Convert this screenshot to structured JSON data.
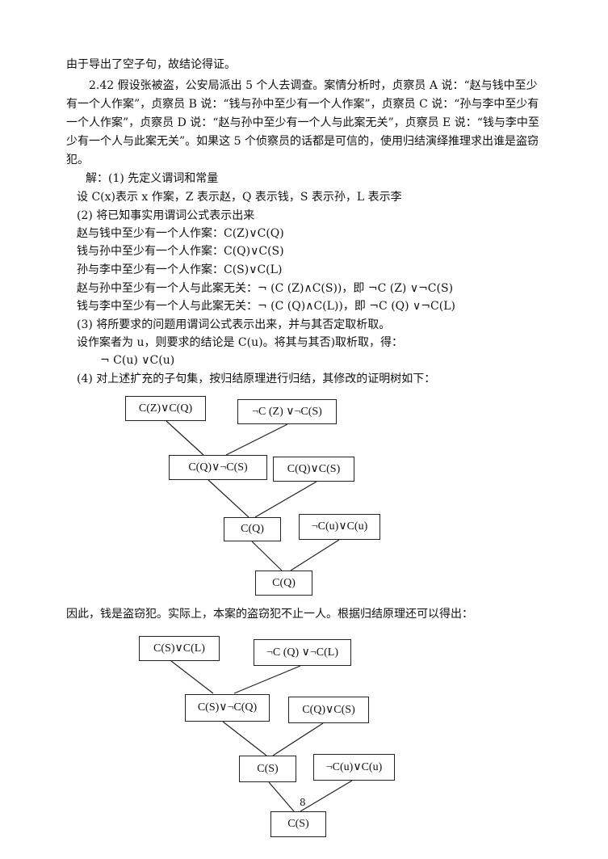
{
  "lines": [
    "由于导出了空子句，故结论得证。",
    "2.42 假设张被盗，公安局派出 5 个人去调查。案情分析时，贞察员 A 说：“赵与钱中至少",
    "有一个人作案”，贞察员 B 说：“钱与孙中至少有一个人作案”，贞察员 C 说：“孙与李中至少有",
    "一个人作案”，贞察员 D 说：“赵与孙中至少有一个人与此案无关”，贞察员 E 说：“钱与李中至",
    "少有一个人与此案无关”。如果这 5 个侦察员的话都是可信的，使用归结演绎推理求出谁是盗窃",
    "犯。",
    "解：(1)  先定义谓词和常量",
    "设 C(x)表示 x 作案，Z 表示赵，Q 表示钱，S 表示孙，L 表示李",
    "(2)  将已知事实用谓词公式表示出来",
    "赵与钱中至少有一个人作案：C(Z)∨C(Q)",
    "钱与孙中至少有一个人作案：C(Q)∨C(S)",
    "孙与李中至少有一个人作案：C(S)∨C(L)",
    "赵与孙中至少有一个人与此案无关：¬ (C (Z)∧C(S))，即  ¬C (Z) ∨¬C(S)",
    "钱与李中至少有一个人与此案无关：¬ (C (Q)∧C(L))，即  ¬C (Q) ∨¬C(L)",
    "(3)  将所要求的问题用谓词公式表示出来，并与其否定取析取。",
    "设作案者为 u，则要求的结论是 C(u)。将其与其否)取析取，得：",
    "¬ C(u) ∨C(u)",
    "(4)  对上述扩充的子句集，按归结原理进行归结，其修改的证明树如下："
  ],
  "between": "因此，钱是盗窃犯。实际上，本案的盗窃犯不止一人。根据归结原理还可以得出：",
  "tree1": {
    "n1": "C(Z)∨C(Q)",
    "n2": "¬C (Z) ∨¬C(S)",
    "n3": "C(Q)∨¬C(S)",
    "n4": "C(Q)∨C(S)",
    "n5": "C(Q)",
    "n6": "¬C(u)∨C(u)",
    "n7": "C(Q)"
  },
  "tree2": {
    "n1": "C(S)∨C(L)",
    "n2": "¬C (Q) ∨¬C(L)",
    "n3": "C(S)∨¬C(Q)",
    "n4": "C(Q)∨C(S)",
    "n5": "C(S)",
    "n6": "¬C(u)∨C(u)",
    "n7": "C(S)"
  },
  "page_number": "8"
}
